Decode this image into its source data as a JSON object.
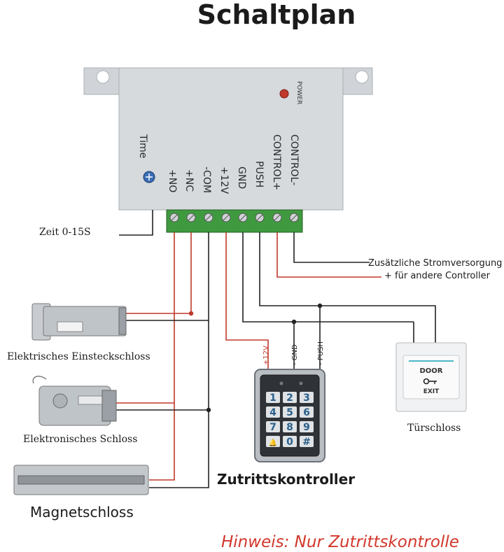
{
  "title": "Schaltplan",
  "controller_box": {
    "power_label": "POWER",
    "time_label": "Time",
    "terminals": [
      "+NO",
      "+NC",
      "-COM",
      "+12V",
      "GND",
      "PUSH",
      "CONTROL+",
      "CONTROL-"
    ]
  },
  "labels": {
    "time_range": "Zeit 0-15S",
    "extra_power_line1": "Zusätzliche Stromversorgung",
    "extra_power_line2": "+ für andere Controller",
    "mortise_lock": "Elektrisches Einsteckschloss",
    "electronic_lock": "Elektronisches Schloss",
    "magnetic_lock": "Magnetschloss",
    "access_controller": "Zutrittskontroller",
    "door_lock": "Türschloss"
  },
  "wire_tags": {
    "v12": "+12V",
    "gnd": "- GND",
    "push": "- PUSH"
  },
  "exit_button": {
    "line1": "DOOR",
    "line2": "EXIT"
  },
  "keypad": {
    "keys": [
      "1",
      "2",
      "3",
      "4",
      "5",
      "6",
      "7",
      "8",
      "9",
      "🔔",
      "0",
      "#"
    ]
  },
  "note": "Hinweis: Nur Zutrittskontrolle",
  "colors": {
    "wire_red": "#c0392b",
    "wire_black": "#222222",
    "terminal_green": "#3f9a3f",
    "note_red": "#d2372b",
    "box_grey": "#d4d8dc"
  }
}
